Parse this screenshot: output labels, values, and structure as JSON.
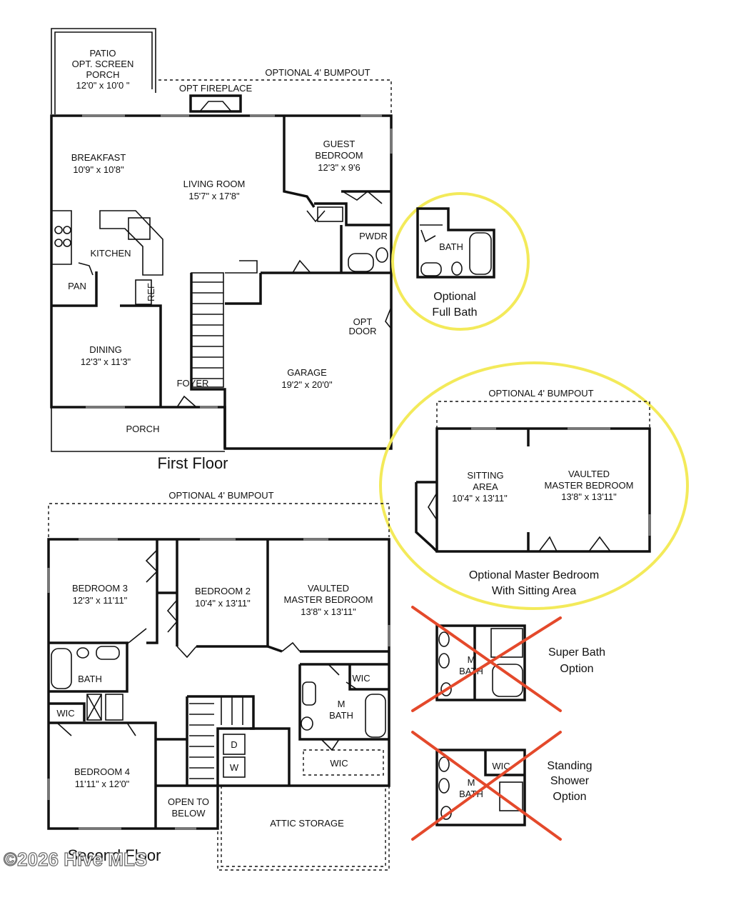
{
  "first_floor": {
    "title": "First Floor",
    "bumpout": "OPTIONAL 4' BUMPOUT",
    "fireplace": "OPT FIREPLACE",
    "patio": {
      "l1": "PATIO",
      "l2": "OPT. SCREEN",
      "l3": "PORCH",
      "dim": "12'0\" x 10'0 \""
    },
    "breakfast": {
      "name": "BREAKFAST",
      "dim": "10'9\" x 10'8\""
    },
    "living": {
      "name": "LIVING ROOM",
      "dim": "15'7\" x 17'8\""
    },
    "guest": {
      "l1": "GUEST",
      "l2": "BEDROOM",
      "dim": "12'3\" x 9'6"
    },
    "kitchen": "KITCHEN",
    "pwdr": "PWDR",
    "pan": "PAN",
    "ref": "REF",
    "opt_door": {
      "l1": "OPT",
      "l2": "DOOR"
    },
    "dining": {
      "name": "DINING",
      "dim": "12'3\" x 11'3\""
    },
    "garage": {
      "name": "GARAGE",
      "dim": "19'2\" x 20'0\""
    },
    "foyer": "FOYER",
    "porch": "PORCH"
  },
  "optional_bath": {
    "bath": "BATH",
    "l1": "Optional",
    "l2": "Full Bath"
  },
  "optional_master": {
    "bumpout": "OPTIONAL 4' BUMPOUT",
    "sitting": {
      "l1": "SITTING",
      "l2": "AREA",
      "dim": "10'4\" x 13'11\""
    },
    "master": {
      "l1": "VAULTED",
      "l2": "MASTER BEDROOM",
      "dim": "13'8\" x 13'11\""
    },
    "caption1": "Optional Master Bedroom",
    "caption2": "With Sitting Area"
  },
  "second_floor": {
    "title": "Second Floor",
    "bumpout": "OPTIONAL 4' BUMPOUT",
    "bed3": {
      "name": "BEDROOM 3",
      "dim": "12'3\" x 11'11\""
    },
    "bed2": {
      "name": "BEDROOM 2",
      "dim": "10'4\" x 13'11\""
    },
    "master": {
      "l1": "VAULTED",
      "l2": "MASTER BEDROOM",
      "dim": "13'8\" x 13'11\""
    },
    "bath": "BATH",
    "wic": "WIC",
    "wic_m1": "WIC",
    "wic_m2": "WIC",
    "mbath": {
      "l1": "M",
      "l2": "BATH"
    },
    "d": "D",
    "w": "W",
    "bed4": {
      "name": "BEDROOM 4",
      "dim": "11'11\" x 12'0\""
    },
    "open": {
      "l1": "OPEN TO",
      "l2": "BELOW"
    },
    "attic": "ATTIC STORAGE"
  },
  "super_bath": {
    "l1": "Super Bath",
    "l2": "Option",
    "m": "M",
    "bath": "BATH"
  },
  "shower": {
    "l1": "Standing",
    "l2": "Shower",
    "l3": "Option",
    "m": "M",
    "bath": "BATH",
    "wic": "WIC"
  },
  "watermark": "©2026 Hive MLS",
  "colors": {
    "highlight": "#f3ea5a",
    "cross": "#e4492b",
    "wall": "#111111"
  }
}
